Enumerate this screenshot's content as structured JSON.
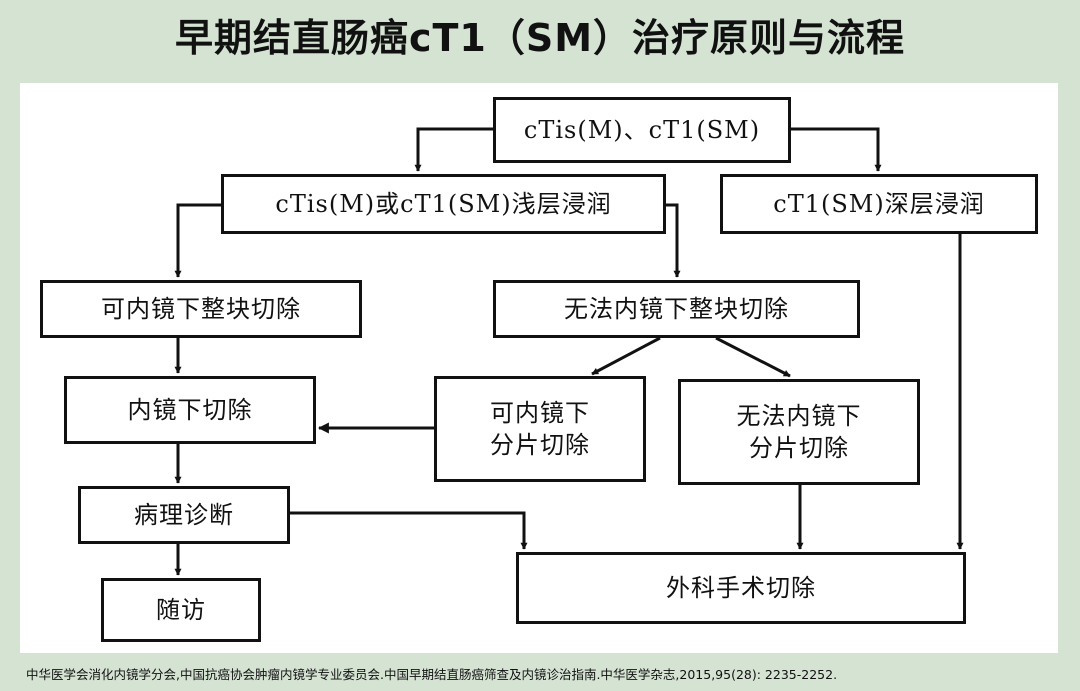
{
  "title": "早期结直肠癌cT1（SM）治疗原则与流程",
  "nodes": {
    "root": "cTis(M)、cT1(SM)",
    "shallow": "cTis(M)或cT1(SM)浅层浸润",
    "deep": "cT1(SM)深层浸润",
    "en_bloc_possible": "可内镜下整块切除",
    "en_bloc_impossible": "无法内镜下整块切除",
    "endoscopic_resection": "内镜下切除",
    "piecemeal_possible": "可内镜下\n分片切除",
    "piecemeal_impossible": "无法内镜下\n分片切除",
    "pathology": "病理诊断",
    "follow_up": "随访",
    "surgery": "外科手术切除"
  },
  "footer": "中华医学会消化内镜学分会,中国抗癌协会肿瘤内镜学专业委员会.中国早期结直肠癌筛查及内镜诊治指南.中华医学杂志,2015,95(28): 2235-2252.",
  "colors": {
    "background": "#d5e3d3",
    "panel": "#ffffff",
    "line": "#111111"
  }
}
